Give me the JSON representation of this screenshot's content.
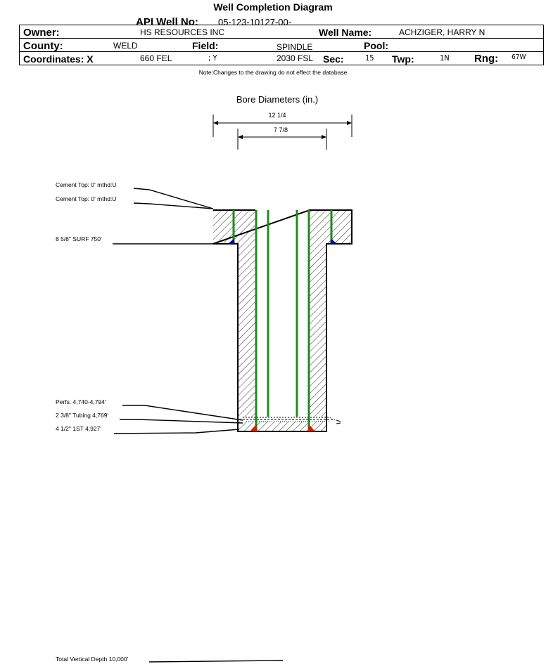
{
  "title": "Well Completion Diagram",
  "header": {
    "api_label": "API Well No:",
    "api_value": "05-123-10127-00-",
    "owner_label": "Owner:",
    "owner_value": "HS RESOURCES INC",
    "well_name_label": "Well Name:",
    "well_name_value": "ACHZIGER, HARRY N",
    "county_label": "County:",
    "county_value": "WELD",
    "field_label": "Field:",
    "field_value": "SPINDLE",
    "pool_label": "Pool:",
    "pool_value": "",
    "coord_label": "Coordinates: X",
    "x_value": "660 FEL",
    "y_label": "; Y",
    "y_value": "2030 FSL",
    "sec_label": "Sec:",
    "sec_value": "15",
    "twp_label": "Twp:",
    "twp_value": "1N",
    "rng_label": "Rng:",
    "rng_value": "67W"
  },
  "note": "Note:Changes to the drawing do not effect the database",
  "diagram": {
    "bore_title": "Bore Diameters (in.)",
    "bore_outer": "12 1/4",
    "bore_inner": "7 7/8",
    "annotations": {
      "cement_top_1": "Cement Top: 0' mthd:U",
      "cement_top_2": "Cement Top: 0' mthd:U",
      "surface_casing": "8 5/8\" SURF 750'",
      "perfs": "Perfs. 4,740-4,794'",
      "tubing": "2 3/8\" Tubing 4,769'",
      "production_casing": "4 1/2\" 1ST 4,927'",
      "total_depth": "Total Vertical Depth 10,000'"
    },
    "colors": {
      "casing": "#1e8a1e",
      "shoe_blue": "#0000aa",
      "shoe_red": "#cc2200"
    }
  }
}
